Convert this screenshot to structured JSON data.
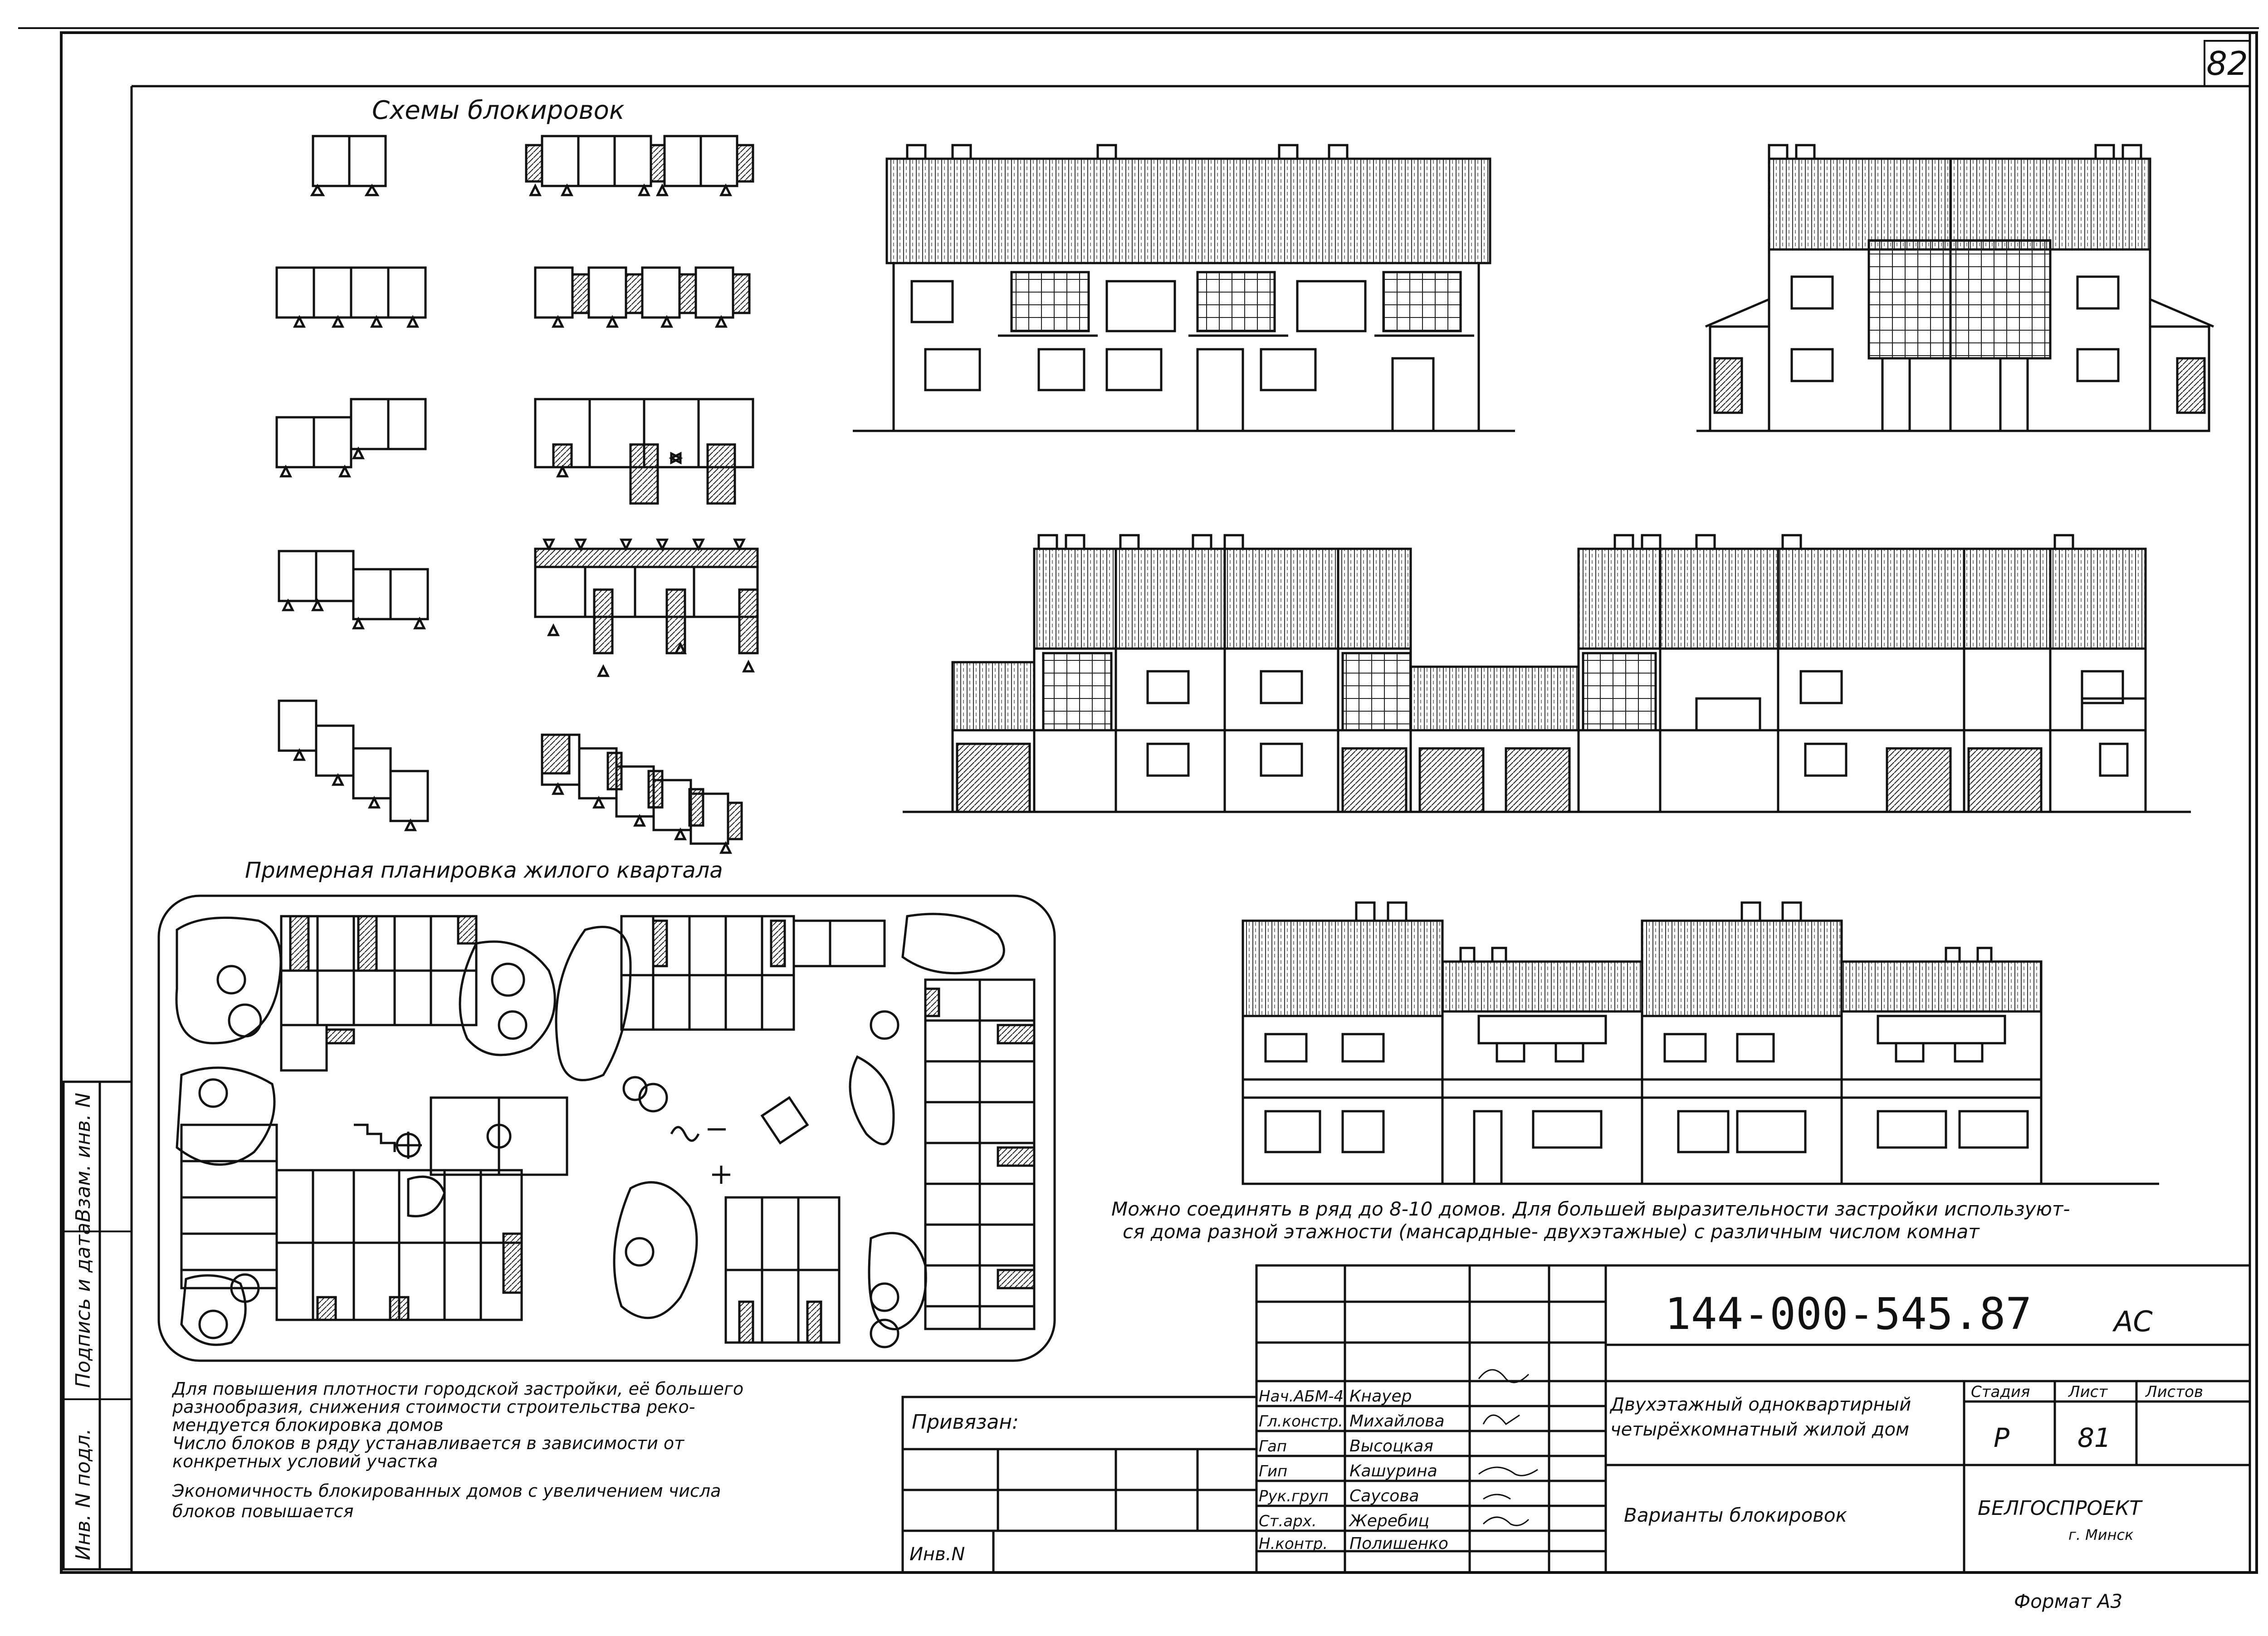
{
  "sheet": {
    "number": "82",
    "format_note": "Формат А3"
  },
  "schemes": {
    "title": "Схемы блокировок"
  },
  "plan": {
    "title": "Примерная планировка жилого квартала"
  },
  "note_right": {
    "line1": "Можно соединять в ряд до 8-10 домов. Для большей выразительности застройки используют-",
    "line2": "ся дома разной этажности (мансардные- двухэтажные) с различным числом комнат"
  },
  "note_left": {
    "line1": "Для повышения плотности городской застройки, её большего",
    "line2": "разнообразия, снижения стоимости строительства реко-",
    "line3": "мендуется блокировка домов",
    "line4": "Число блоков в ряду устанавливается в зависимости от",
    "line5": "конкретных условий участка",
    "line6": "Экономичность блокированных домов с увеличением числа",
    "line7": "блоков повышается"
  },
  "binding_box": {
    "label": "Привязан:",
    "inv": "Инв.N"
  },
  "side_strip": {
    "labels": [
      "Инв. N подл.",
      "Подпись и дата",
      "Взам. инв. N"
    ]
  },
  "title_block": {
    "code": "144-000-545.87",
    "suffix": "АС",
    "roles": [
      "Нач.АБМ-4",
      "Гл.констр.",
      "Гап",
      "Гип",
      "Рук.груп",
      "Ст.арх.",
      "Н.контр."
    ],
    "names": [
      "Кнауер",
      "Михайлова",
      "Высоцкая",
      "Кашурина",
      "Саусова",
      "Жеребиц",
      "Полишенко"
    ],
    "description1": "Двухэтажный одноквартирный",
    "description2": "четырёхкомнатный жилой дом",
    "sheet_name": "Варианты блокировок",
    "col_stage": "Стадия",
    "col_sheet": "Лист",
    "col_sheets": "Листов",
    "stage": "Р",
    "sheet_no": "81",
    "org1": "БЕЛГОСПРОЕКТ",
    "org2": "г. Минск"
  }
}
